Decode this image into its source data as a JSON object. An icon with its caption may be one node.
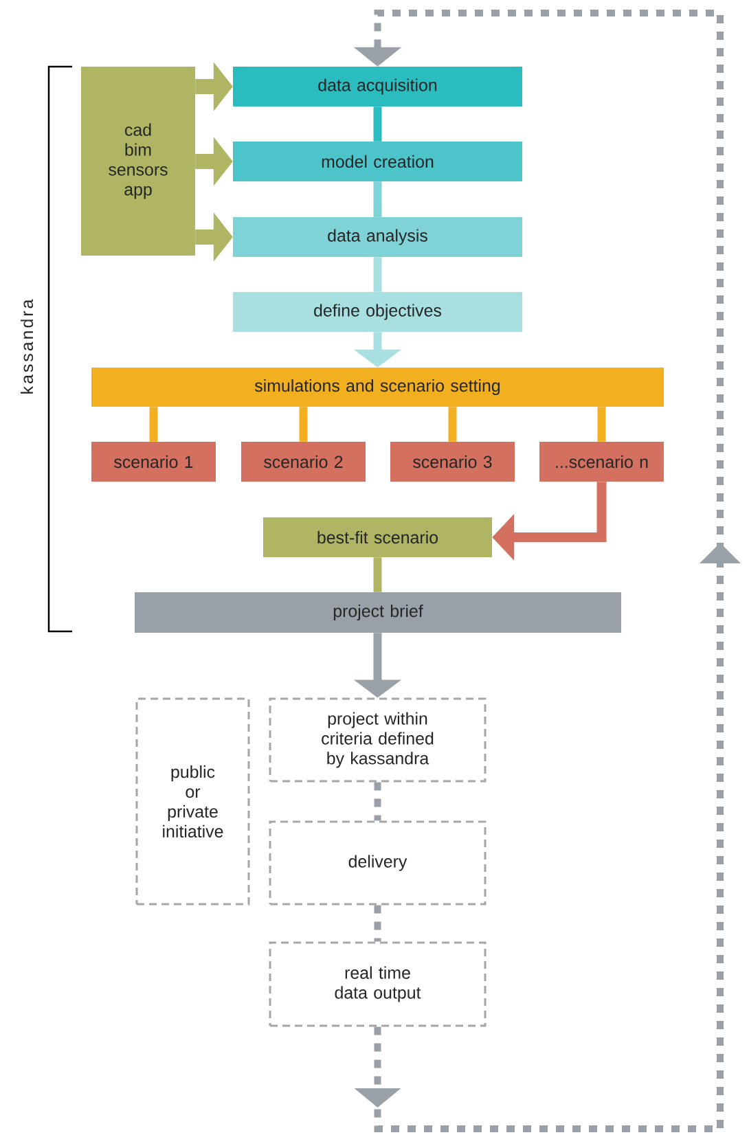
{
  "diagram": {
    "nodes": [
      {
        "text": [
          "cad bim sensors app"
        ]
      },
      {
        "text": [
          "data acquisition"
        ]
      },
      {
        "text": [
          "model creation"
        ]
      },
      {
        "text": [
          "data analysis"
        ]
      },
      {
        "text": [
          "define objectives"
        ]
      },
      {
        "text": [
          "simulations and scenario setting"
        ]
      },
      {
        "text": [
          "scenario 1"
        ]
      },
      {
        "text": [
          "scenario 2"
        ]
      },
      {
        "text": [
          "scenario 3"
        ]
      },
      {
        "text": [
          "...scenario n"
        ]
      },
      {
        "text": [
          "best-fit scenario"
        ]
      },
      {
        "text": [
          "project brief"
        ]
      },
      {
        "text": [
          "public or private initiative"
        ]
      },
      {
        "text": [
          "project within criteria defined by kassandra"
        ]
      },
      {
        "text": [
          "delivery"
        ]
      },
      {
        "text": [
          "real time data output"
        ]
      }
    ],
    "edges": [
      {
        "from": 0,
        "to": 1,
        "arrow": "to",
        "style": "thick",
        "color": "#b0b563"
      },
      {
        "from": 0,
        "to": 2,
        "arrow": "to",
        "style": "thick",
        "color": "#b0b563"
      },
      {
        "from": 0,
        "to": 3,
        "arrow": "to",
        "style": "thick",
        "color": "#b0b563"
      },
      {
        "from": 1,
        "to": 2,
        "arrow": "none",
        "color": "#2bbcc0"
      },
      {
        "from": 2,
        "to": 3,
        "arrow": "none",
        "color": "#7fd3d6"
      },
      {
        "from": 3,
        "to": 4,
        "arrow": "none",
        "color": "#a8e0e2"
      },
      {
        "from": 4,
        "to": 5,
        "arrow": "to",
        "color": "#a8e0e2"
      },
      {
        "from": 5,
        "to": 6,
        "arrow": "none",
        "color": "#f2b021"
      },
      {
        "from": 5,
        "to": 7,
        "arrow": "none",
        "color": "#f2b021"
      },
      {
        "from": 5,
        "to": 8,
        "arrow": "none",
        "color": "#f2b021"
      },
      {
        "from": 5,
        "to": 9,
        "arrow": "none",
        "color": "#f2b021"
      },
      {
        "from": 9,
        "to": 10,
        "arrow": "to",
        "color": "#d4705f"
      },
      {
        "from": 10,
        "to": 11,
        "arrow": "none",
        "color": "#b0b563"
      },
      {
        "from": 11,
        "to": 13,
        "arrow": "to",
        "color": "#9aa0a7"
      },
      {
        "from": 13,
        "to": 14,
        "arrow": "none",
        "style": "dashed",
        "color": "#9aa0a7"
      },
      {
        "from": 14,
        "to": 15,
        "arrow": "none",
        "style": "dashed",
        "color": "#9aa0a7"
      },
      {
        "from": 15,
        "to": 1,
        "arrow": "to",
        "style": "dashed",
        "color": "#9aa0a7"
      }
    ],
    "labels": [
      "kassandra"
    ]
  }
}
